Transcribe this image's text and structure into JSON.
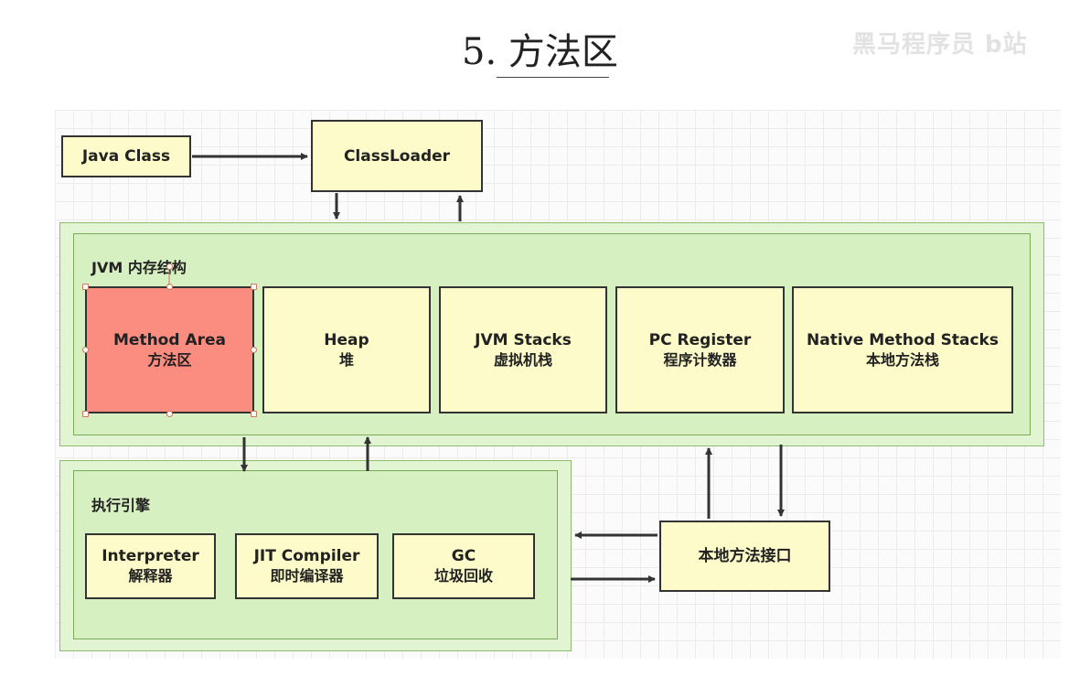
{
  "header": {
    "title": "5. 方法区",
    "watermark": "黑马程序员 b站"
  },
  "diagram": {
    "java_class": "Java Class",
    "classloader": "ClassLoader",
    "jvm_memory_label": "JVM 内存结构",
    "runtime_areas": [
      {
        "en": "Method Area",
        "cn": "方法区",
        "highlighted": true
      },
      {
        "en": "Heap",
        "cn": "堆"
      },
      {
        "en": "JVM Stacks",
        "cn": "虚拟机栈"
      },
      {
        "en": "PC Register",
        "cn": "程序计数器"
      },
      {
        "en": "Native Method Stacks",
        "cn": "本地方法栈"
      }
    ],
    "execution_engine_label": "执行引擎",
    "engine_components": [
      {
        "en": "Interpreter",
        "cn": "解释器"
      },
      {
        "en": "JIT Compiler",
        "cn": "即时编译器"
      },
      {
        "en": "GC",
        "cn": "垃圾回收"
      }
    ],
    "native_interface": "本地方法接口",
    "colors": {
      "box_fill": "#fcfbc9",
      "highlight_fill": "#fb8c80",
      "region_fill": "#e2f5d2",
      "inner_fill": "#d6f0c1"
    }
  }
}
